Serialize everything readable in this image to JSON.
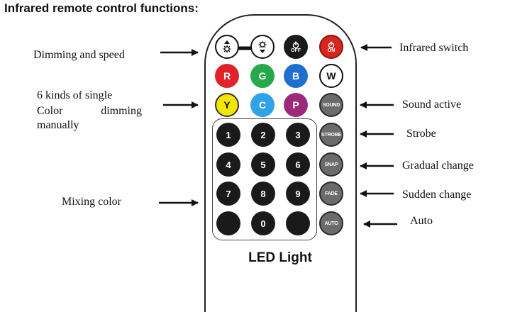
{
  "title": "Infrared remote control functions:",
  "labels": {
    "dimming_speed": "Dimming and speed",
    "single_color_line1": "6 kinds of single",
    "single_color_line2a": "Color",
    "single_color_line2b": "dimming",
    "single_color_line3": "manually",
    "mixing_color": "Mixing color",
    "infrared_switch": "Infrared switch",
    "sound_active": "Sound active",
    "strobe": "Strobe",
    "gradual_change": "Gradual change",
    "sudden_change": "Sudden change",
    "auto": "Auto"
  },
  "remote": {
    "off": "OFF",
    "on": "ON",
    "colors": [
      "R",
      "G",
      "B",
      "W",
      "Y",
      "C",
      "P"
    ],
    "modes": [
      "SOUND",
      "STROBE",
      "SNAP",
      "FADE",
      "AUTO"
    ],
    "numbers": [
      "1",
      "2",
      "3",
      "4",
      "5",
      "6",
      "7",
      "8",
      "9",
      "0"
    ],
    "brand": "LED Light"
  },
  "colors": {
    "red": "#e1222a",
    "green": "#25a94a",
    "blue": "#1e6fd0",
    "yellow": "#f2e600",
    "cyan": "#2fa3e6",
    "purple": "#9c2a78",
    "on_red": "#d9251d",
    "key_black": "#1a1a1a",
    "mode_grey": "#6b6b6b"
  }
}
